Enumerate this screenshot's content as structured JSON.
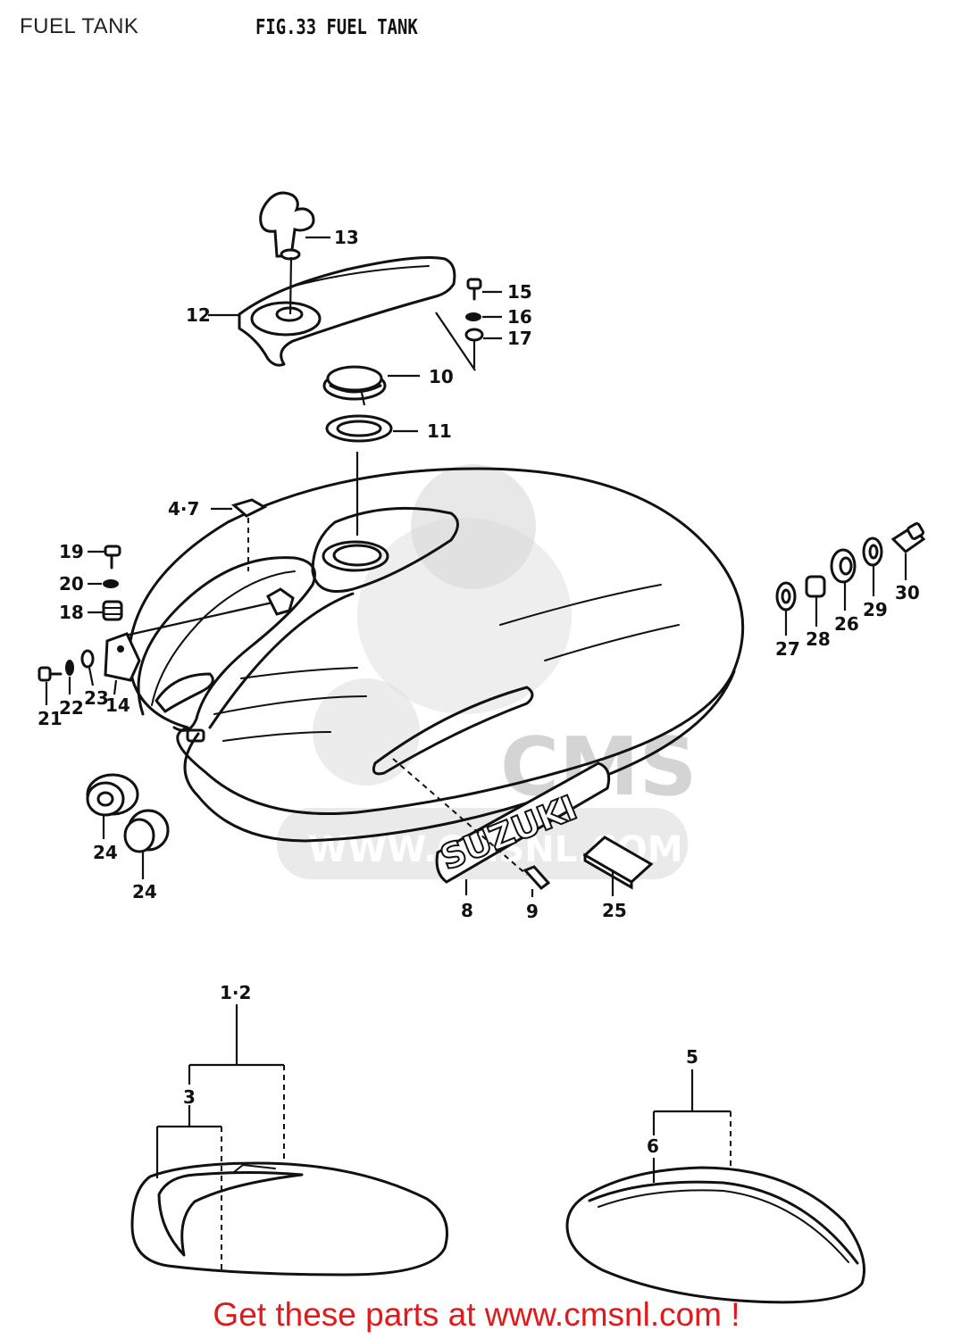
{
  "header": {
    "title": "FUEL TANK",
    "figure_title": "FIG.33  FUEL TANK"
  },
  "promo": {
    "text": "Get these parts at www.cmsnl.com !",
    "color": "#e0191b"
  },
  "watermark": {
    "logo_text": "CMS",
    "url_text": "WWW.CMSNL.COM"
  },
  "emblem": {
    "text": "SUZUKI"
  },
  "callouts": {
    "p13": "13",
    "p15": "15",
    "p16": "16",
    "p17": "17",
    "p12": "12",
    "p10": "10",
    "p11": "11",
    "p47": "4·7",
    "p19": "19",
    "p20": "20",
    "p18": "18",
    "p21": "21",
    "p22": "22",
    "p23": "23",
    "p14": "14",
    "p27": "27",
    "p28": "28",
    "p26": "26",
    "p29": "29",
    "p30": "30",
    "p24a": "24",
    "p24b": "24",
    "p8": "8",
    "p9": "9",
    "p25": "25",
    "p12set": "1·2",
    "p3": "3",
    "p5": "5",
    "p6": "6"
  }
}
